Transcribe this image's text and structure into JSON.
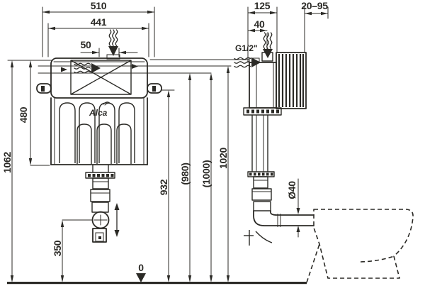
{
  "drawing": {
    "logo": "Alca",
    "colors": {
      "line": "#2b2a26",
      "background": "#ffffff"
    },
    "front": {
      "dim_width_outer": "510",
      "dim_width_inner": "441",
      "dim_top_offset": "50",
      "dim_height_total": "1062",
      "dim_tank_height": "480",
      "dim_valve_height": "350",
      "dim_zero": "0",
      "dim_fixing_height": "932",
      "dim_height_alt1": "(980)",
      "dim_height_alt2": "(1000)",
      "dim_inlet_height": "1020"
    },
    "side": {
      "dim_depth": "125",
      "dim_inlet_offset": "40",
      "dim_wall_range": "20–95",
      "thread_label": "G1/2\"",
      "dim_outlet_dia": "Ø40"
    }
  }
}
